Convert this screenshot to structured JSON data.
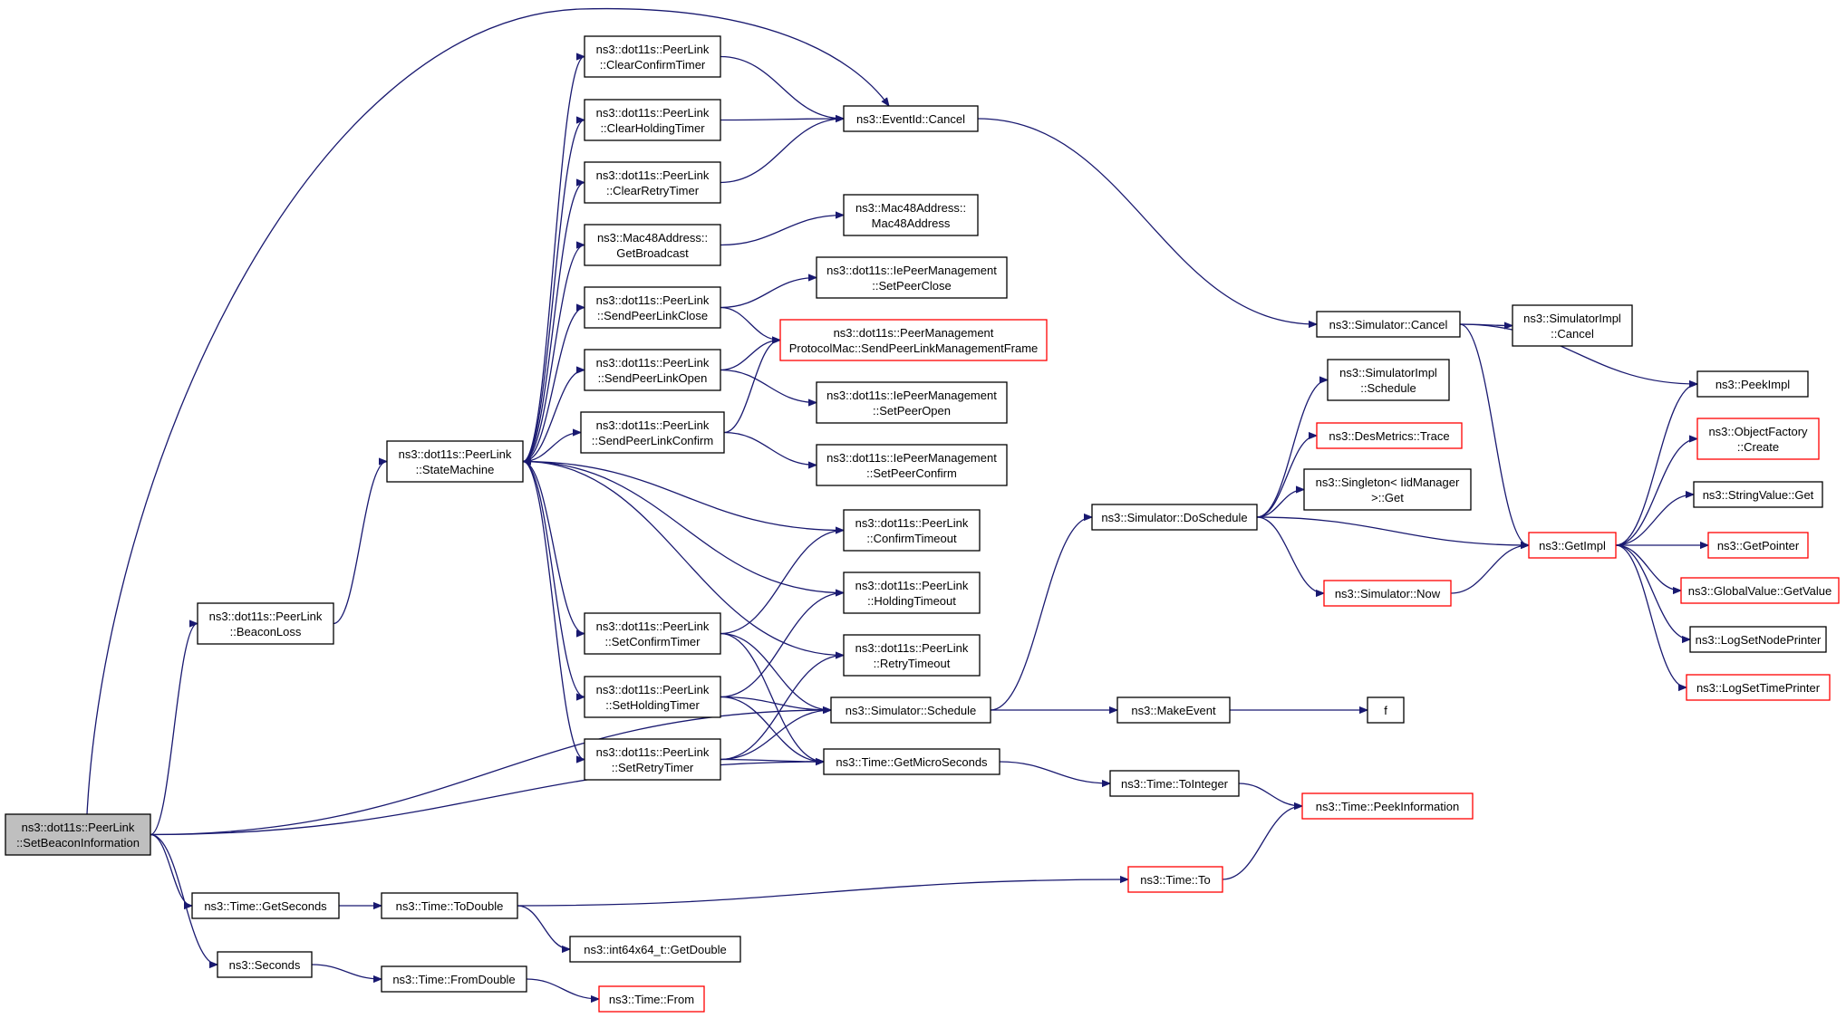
{
  "colors": {
    "edge": "#191970",
    "normal_border": "#000000",
    "truncated_border": "#ff0000",
    "focus_fill": "#bfbfbf",
    "fill": "#ffffff"
  },
  "nodes": [
    {
      "id": "setbeacon",
      "lines": [
        "ns3::dot11s::PeerLink",
        "::SetBeaconInformation"
      ],
      "style": "focus"
    },
    {
      "id": "beaconloss",
      "lines": [
        "ns3::dot11s::PeerLink",
        "::BeaconLoss"
      ],
      "style": "normal"
    },
    {
      "id": "statemachine",
      "lines": [
        "ns3::dot11s::PeerLink",
        "::StateMachine"
      ],
      "style": "normal"
    },
    {
      "id": "clearconfirm",
      "lines": [
        "ns3::dot11s::PeerLink",
        "::ClearConfirmTimer"
      ],
      "style": "normal"
    },
    {
      "id": "clearholding",
      "lines": [
        "ns3::dot11s::PeerLink",
        "::ClearHoldingTimer"
      ],
      "style": "normal"
    },
    {
      "id": "clearretry",
      "lines": [
        "ns3::dot11s::PeerLink",
        "::ClearRetryTimer"
      ],
      "style": "normal"
    },
    {
      "id": "getbroadcast",
      "lines": [
        "ns3::Mac48Address::",
        "GetBroadcast"
      ],
      "style": "normal"
    },
    {
      "id": "sendclose",
      "lines": [
        "ns3::dot11s::PeerLink",
        "::SendPeerLinkClose"
      ],
      "style": "normal"
    },
    {
      "id": "sendopen",
      "lines": [
        "ns3::dot11s::PeerLink",
        "::SendPeerLinkOpen"
      ],
      "style": "normal"
    },
    {
      "id": "sendconfirm",
      "lines": [
        "ns3::dot11s::PeerLink",
        "::SendPeerLinkConfirm"
      ],
      "style": "normal"
    },
    {
      "id": "setconfirmtimer",
      "lines": [
        "ns3::dot11s::PeerLink",
        "::SetConfirmTimer"
      ],
      "style": "normal"
    },
    {
      "id": "setholdingtimer",
      "lines": [
        "ns3::dot11s::PeerLink",
        "::SetHoldingTimer"
      ],
      "style": "normal"
    },
    {
      "id": "setretrytimer",
      "lines": [
        "ns3::dot11s::PeerLink",
        "::SetRetryTimer"
      ],
      "style": "normal"
    },
    {
      "id": "eventcancel",
      "lines": [
        "ns3::EventId::Cancel"
      ],
      "style": "normal"
    },
    {
      "id": "mac48",
      "lines": [
        "ns3::Mac48Address::",
        "Mac48Address"
      ],
      "style": "normal"
    },
    {
      "id": "setpeerclose",
      "lines": [
        "ns3::dot11s::IePeerManagement",
        "::SetPeerClose"
      ],
      "style": "normal"
    },
    {
      "id": "sendmgmt",
      "lines": [
        "ns3::dot11s::PeerManagement",
        "ProtocolMac::SendPeerLinkManagementFrame"
      ],
      "style": "truncated"
    },
    {
      "id": "setpeeropen",
      "lines": [
        "ns3::dot11s::IePeerManagement",
        "::SetPeerOpen"
      ],
      "style": "normal"
    },
    {
      "id": "setpeerconfirm",
      "lines": [
        "ns3::dot11s::IePeerManagement",
        "::SetPeerConfirm"
      ],
      "style": "normal"
    },
    {
      "id": "confirmtimeout",
      "lines": [
        "ns3::dot11s::PeerLink",
        "::ConfirmTimeout"
      ],
      "style": "normal"
    },
    {
      "id": "holdingtimeout",
      "lines": [
        "ns3::dot11s::PeerLink",
        "::HoldingTimeout"
      ],
      "style": "normal"
    },
    {
      "id": "retrytimeout",
      "lines": [
        "ns3::dot11s::PeerLink",
        "::RetryTimeout"
      ],
      "style": "normal"
    },
    {
      "id": "simschedule",
      "lines": [
        "ns3::Simulator::Schedule"
      ],
      "style": "normal"
    },
    {
      "id": "getmicro",
      "lines": [
        "ns3::Time::GetMicroSeconds"
      ],
      "style": "normal"
    },
    {
      "id": "getseconds",
      "lines": [
        "ns3::Time::GetSeconds"
      ],
      "style": "normal"
    },
    {
      "id": "seconds",
      "lines": [
        "ns3::Seconds"
      ],
      "style": "normal"
    },
    {
      "id": "todouble",
      "lines": [
        "ns3::Time::ToDouble"
      ],
      "style": "normal"
    },
    {
      "id": "fromdouble",
      "lines": [
        "ns3::Time::FromDouble"
      ],
      "style": "normal"
    },
    {
      "id": "getdouble",
      "lines": [
        "ns3::int64x64_t::GetDouble"
      ],
      "style": "normal"
    },
    {
      "id": "timefrom",
      "lines": [
        "ns3::Time::From"
      ],
      "style": "truncated"
    },
    {
      "id": "simcancel",
      "lines": [
        "ns3::Simulator::Cancel"
      ],
      "style": "normal"
    },
    {
      "id": "simimplcancel",
      "lines": [
        "ns3::SimulatorImpl",
        "::Cancel"
      ],
      "style": "normal"
    },
    {
      "id": "simimplschedule",
      "lines": [
        "ns3::SimulatorImpl",
        "::Schedule"
      ],
      "style": "normal"
    },
    {
      "id": "desmetrics",
      "lines": [
        "ns3::DesMetrics::Trace"
      ],
      "style": "truncated"
    },
    {
      "id": "singleton",
      "lines": [
        "ns3::Singleton< IidManager",
        ">::Get"
      ],
      "style": "normal"
    },
    {
      "id": "doschedule",
      "lines": [
        "ns3::Simulator::DoSchedule"
      ],
      "style": "normal"
    },
    {
      "id": "simnow",
      "lines": [
        "ns3::Simulator::Now"
      ],
      "style": "truncated"
    },
    {
      "id": "makeevent",
      "lines": [
        "ns3::MakeEvent"
      ],
      "style": "normal"
    },
    {
      "id": "f",
      "lines": [
        "f"
      ],
      "style": "normal"
    },
    {
      "id": "tointeger",
      "lines": [
        "ns3::Time::ToInteger"
      ],
      "style": "normal"
    },
    {
      "id": "peekinfo",
      "lines": [
        "ns3::Time::PeekInformation"
      ],
      "style": "truncated"
    },
    {
      "id": "timeto",
      "lines": [
        "ns3::Time::To"
      ],
      "style": "truncated"
    },
    {
      "id": "getimpl",
      "lines": [
        "ns3::GetImpl"
      ],
      "style": "truncated"
    },
    {
      "id": "peekimpl",
      "lines": [
        "ns3::PeekImpl"
      ],
      "style": "normal"
    },
    {
      "id": "objfactory",
      "lines": [
        "ns3::ObjectFactory",
        "::Create"
      ],
      "style": "truncated"
    },
    {
      "id": "stringvalue",
      "lines": [
        "ns3::StringValue::Get"
      ],
      "style": "normal"
    },
    {
      "id": "getpointer",
      "lines": [
        "ns3::GetPointer"
      ],
      "style": "truncated"
    },
    {
      "id": "globalvalue",
      "lines": [
        "ns3::GlobalValue::GetValue"
      ],
      "style": "truncated"
    },
    {
      "id": "lognode",
      "lines": [
        "ns3::LogSetNodePrinter"
      ],
      "style": "normal"
    },
    {
      "id": "logtime",
      "lines": [
        "ns3::LogSetTimePrinter"
      ],
      "style": "truncated"
    }
  ],
  "edges": [
    [
      "setbeacon",
      "beaconloss"
    ],
    [
      "setbeacon",
      "eventcancel"
    ],
    [
      "setbeacon",
      "simschedule"
    ],
    [
      "setbeacon",
      "getmicro"
    ],
    [
      "setbeacon",
      "getseconds"
    ],
    [
      "setbeacon",
      "seconds"
    ],
    [
      "beaconloss",
      "statemachine"
    ],
    [
      "statemachine",
      "clearconfirm"
    ],
    [
      "statemachine",
      "clearholding"
    ],
    [
      "statemachine",
      "clearretry"
    ],
    [
      "statemachine",
      "getbroadcast"
    ],
    [
      "statemachine",
      "sendclose"
    ],
    [
      "statemachine",
      "sendopen"
    ],
    [
      "statemachine",
      "sendconfirm"
    ],
    [
      "statemachine",
      "setconfirmtimer"
    ],
    [
      "statemachine",
      "setholdingtimer"
    ],
    [
      "statemachine",
      "setretrytimer"
    ],
    [
      "clearconfirm",
      "eventcancel"
    ],
    [
      "clearholding",
      "eventcancel"
    ],
    [
      "clearretry",
      "eventcancel"
    ],
    [
      "getbroadcast",
      "mac48"
    ],
    [
      "sendclose",
      "setpeerclose"
    ],
    [
      "sendclose",
      "sendmgmt"
    ],
    [
      "sendopen",
      "sendmgmt"
    ],
    [
      "sendopen",
      "setpeeropen"
    ],
    [
      "sendconfirm",
      "sendmgmt"
    ],
    [
      "sendconfirm",
      "setpeerconfirm"
    ],
    [
      "confirmtimeout",
      "statemachine"
    ],
    [
      "holdingtimeout",
      "statemachine"
    ],
    [
      "retrytimeout",
      "statemachine"
    ],
    [
      "setconfirmtimer",
      "confirmtimeout"
    ],
    [
      "setconfirmtimer",
      "simschedule"
    ],
    [
      "setconfirmtimer",
      "getmicro"
    ],
    [
      "setholdingtimer",
      "holdingtimeout"
    ],
    [
      "setholdingtimer",
      "simschedule"
    ],
    [
      "setholdingtimer",
      "getmicro"
    ],
    [
      "setretrytimer",
      "retrytimeout"
    ],
    [
      "setretrytimer",
      "simschedule"
    ],
    [
      "setretrytimer",
      "getmicro"
    ],
    [
      "eventcancel",
      "simcancel"
    ],
    [
      "simcancel",
      "simimplcancel"
    ],
    [
      "simcancel",
      "peekimpl"
    ],
    [
      "simcancel",
      "getimpl"
    ],
    [
      "simschedule",
      "doschedule"
    ],
    [
      "simschedule",
      "makeevent"
    ],
    [
      "makeevent",
      "f"
    ],
    [
      "doschedule",
      "simimplschedule"
    ],
    [
      "doschedule",
      "desmetrics"
    ],
    [
      "doschedule",
      "singleton"
    ],
    [
      "doschedule",
      "getimpl"
    ],
    [
      "doschedule",
      "simnow"
    ],
    [
      "simnow",
      "getimpl"
    ],
    [
      "getmicro",
      "tointeger"
    ],
    [
      "tointeger",
      "peekinfo"
    ],
    [
      "getseconds",
      "todouble"
    ],
    [
      "todouble",
      "timeto"
    ],
    [
      "todouble",
      "getdouble"
    ],
    [
      "timeto",
      "peekinfo"
    ],
    [
      "seconds",
      "fromdouble"
    ],
    [
      "fromdouble",
      "timefrom"
    ],
    [
      "getimpl",
      "peekimpl"
    ],
    [
      "getimpl",
      "objfactory"
    ],
    [
      "getimpl",
      "stringvalue"
    ],
    [
      "getimpl",
      "getpointer"
    ],
    [
      "getimpl",
      "globalvalue"
    ],
    [
      "getimpl",
      "lognode"
    ],
    [
      "getimpl",
      "logtime"
    ]
  ]
}
